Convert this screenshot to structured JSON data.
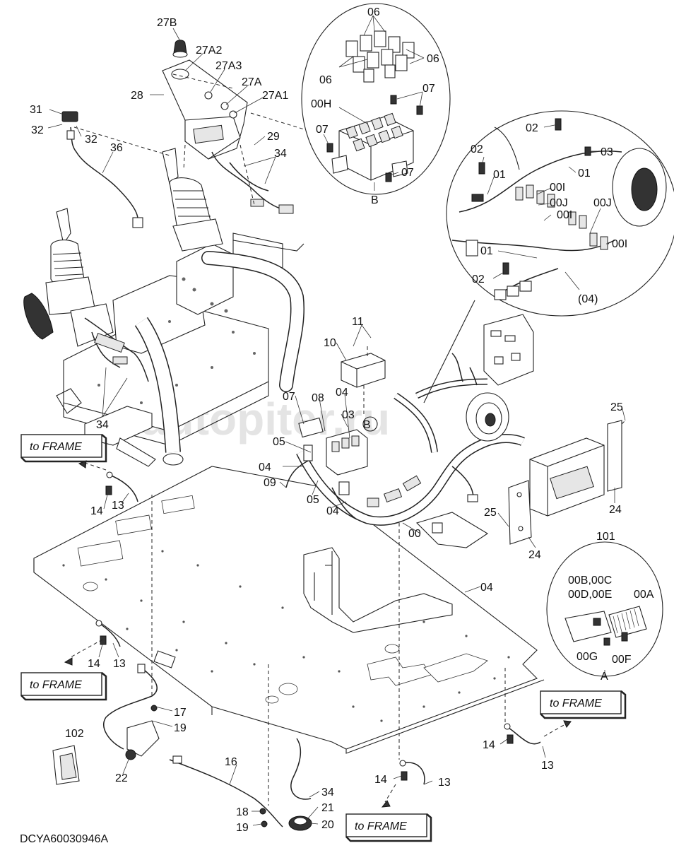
{
  "watermark": "autopiter.ru",
  "drawing_code": "DCYA60030946A",
  "frame_label": "to FRAME",
  "view_labels": {
    "a": "A",
    "b": "B"
  },
  "callouts": [
    {
      "id": "c01",
      "text": "27B"
    },
    {
      "id": "c02",
      "text": "27A2"
    },
    {
      "id": "c03",
      "text": "27A3"
    },
    {
      "id": "c04",
      "text": "27A"
    },
    {
      "id": "c05",
      "text": "27A1"
    },
    {
      "id": "c06",
      "text": "28"
    },
    {
      "id": "c07",
      "text": "31"
    },
    {
      "id": "c08",
      "text": "32"
    },
    {
      "id": "c09",
      "text": "32"
    },
    {
      "id": "c10",
      "text": "36"
    },
    {
      "id": "c11",
      "text": "29"
    },
    {
      "id": "c12",
      "text": "34"
    },
    {
      "id": "c13",
      "text": "34"
    },
    {
      "id": "c14",
      "text": "06"
    },
    {
      "id": "c15",
      "text": "06"
    },
    {
      "id": "c16",
      "text": "06"
    },
    {
      "id": "c17",
      "text": "07"
    },
    {
      "id": "c18",
      "text": "00H"
    },
    {
      "id": "c19",
      "text": "07"
    },
    {
      "id": "c20",
      "text": "07"
    },
    {
      "id": "c21",
      "text": "02"
    },
    {
      "id": "c22",
      "text": "03"
    },
    {
      "id": "c23",
      "text": "02"
    },
    {
      "id": "c24",
      "text": "01"
    },
    {
      "id": "c25",
      "text": "01"
    },
    {
      "id": "c26",
      "text": "00I"
    },
    {
      "id": "c27",
      "text": "00J"
    },
    {
      "id": "c28",
      "text": "00I"
    },
    {
      "id": "c29",
      "text": "00J"
    },
    {
      "id": "c30",
      "text": "00I"
    },
    {
      "id": "c31",
      "text": "01"
    },
    {
      "id": "c32",
      "text": "02"
    },
    {
      "id": "c33",
      "text": "(04)"
    },
    {
      "id": "c34",
      "text": "11"
    },
    {
      "id": "c35",
      "text": "10"
    },
    {
      "id": "c36",
      "text": "07"
    },
    {
      "id": "c37",
      "text": "08"
    },
    {
      "id": "c38",
      "text": "04"
    },
    {
      "id": "c39",
      "text": "03"
    },
    {
      "id": "c40",
      "text": "05"
    },
    {
      "id": "c41",
      "text": "04"
    },
    {
      "id": "c42",
      "text": "09"
    },
    {
      "id": "c43",
      "text": "05"
    },
    {
      "id": "c44",
      "text": "04"
    },
    {
      "id": "c45",
      "text": "00"
    },
    {
      "id": "c46",
      "text": "25"
    },
    {
      "id": "c47",
      "text": "25"
    },
    {
      "id": "c48",
      "text": "24"
    },
    {
      "id": "c49",
      "text": "24"
    },
    {
      "id": "c50",
      "text": "14"
    },
    {
      "id": "c51",
      "text": "13"
    },
    {
      "id": "c52",
      "text": "04"
    },
    {
      "id": "c53",
      "text": "101"
    },
    {
      "id": "c54",
      "text": "00B,00C"
    },
    {
      "id": "c55",
      "text": "00D,00E"
    },
    {
      "id": "c56",
      "text": "00A"
    },
    {
      "id": "c57",
      "text": "00G"
    },
    {
      "id": "c58",
      "text": "00F"
    },
    {
      "id": "c59",
      "text": "14"
    },
    {
      "id": "c60",
      "text": "13"
    },
    {
      "id": "c61",
      "text": "17"
    },
    {
      "id": "c62",
      "text": "19"
    },
    {
      "id": "c63",
      "text": "102"
    },
    {
      "id": "c64",
      "text": "22"
    },
    {
      "id": "c65",
      "text": "16"
    },
    {
      "id": "c66",
      "text": "34"
    },
    {
      "id": "c67",
      "text": "18"
    },
    {
      "id": "c68",
      "text": "21"
    },
    {
      "id": "c69",
      "text": "19"
    },
    {
      "id": "c70",
      "text": "20"
    },
    {
      "id": "c71",
      "text": "14"
    },
    {
      "id": "c72",
      "text": "13"
    },
    {
      "id": "c73",
      "text": "14"
    },
    {
      "id": "c74",
      "text": "13"
    }
  ]
}
